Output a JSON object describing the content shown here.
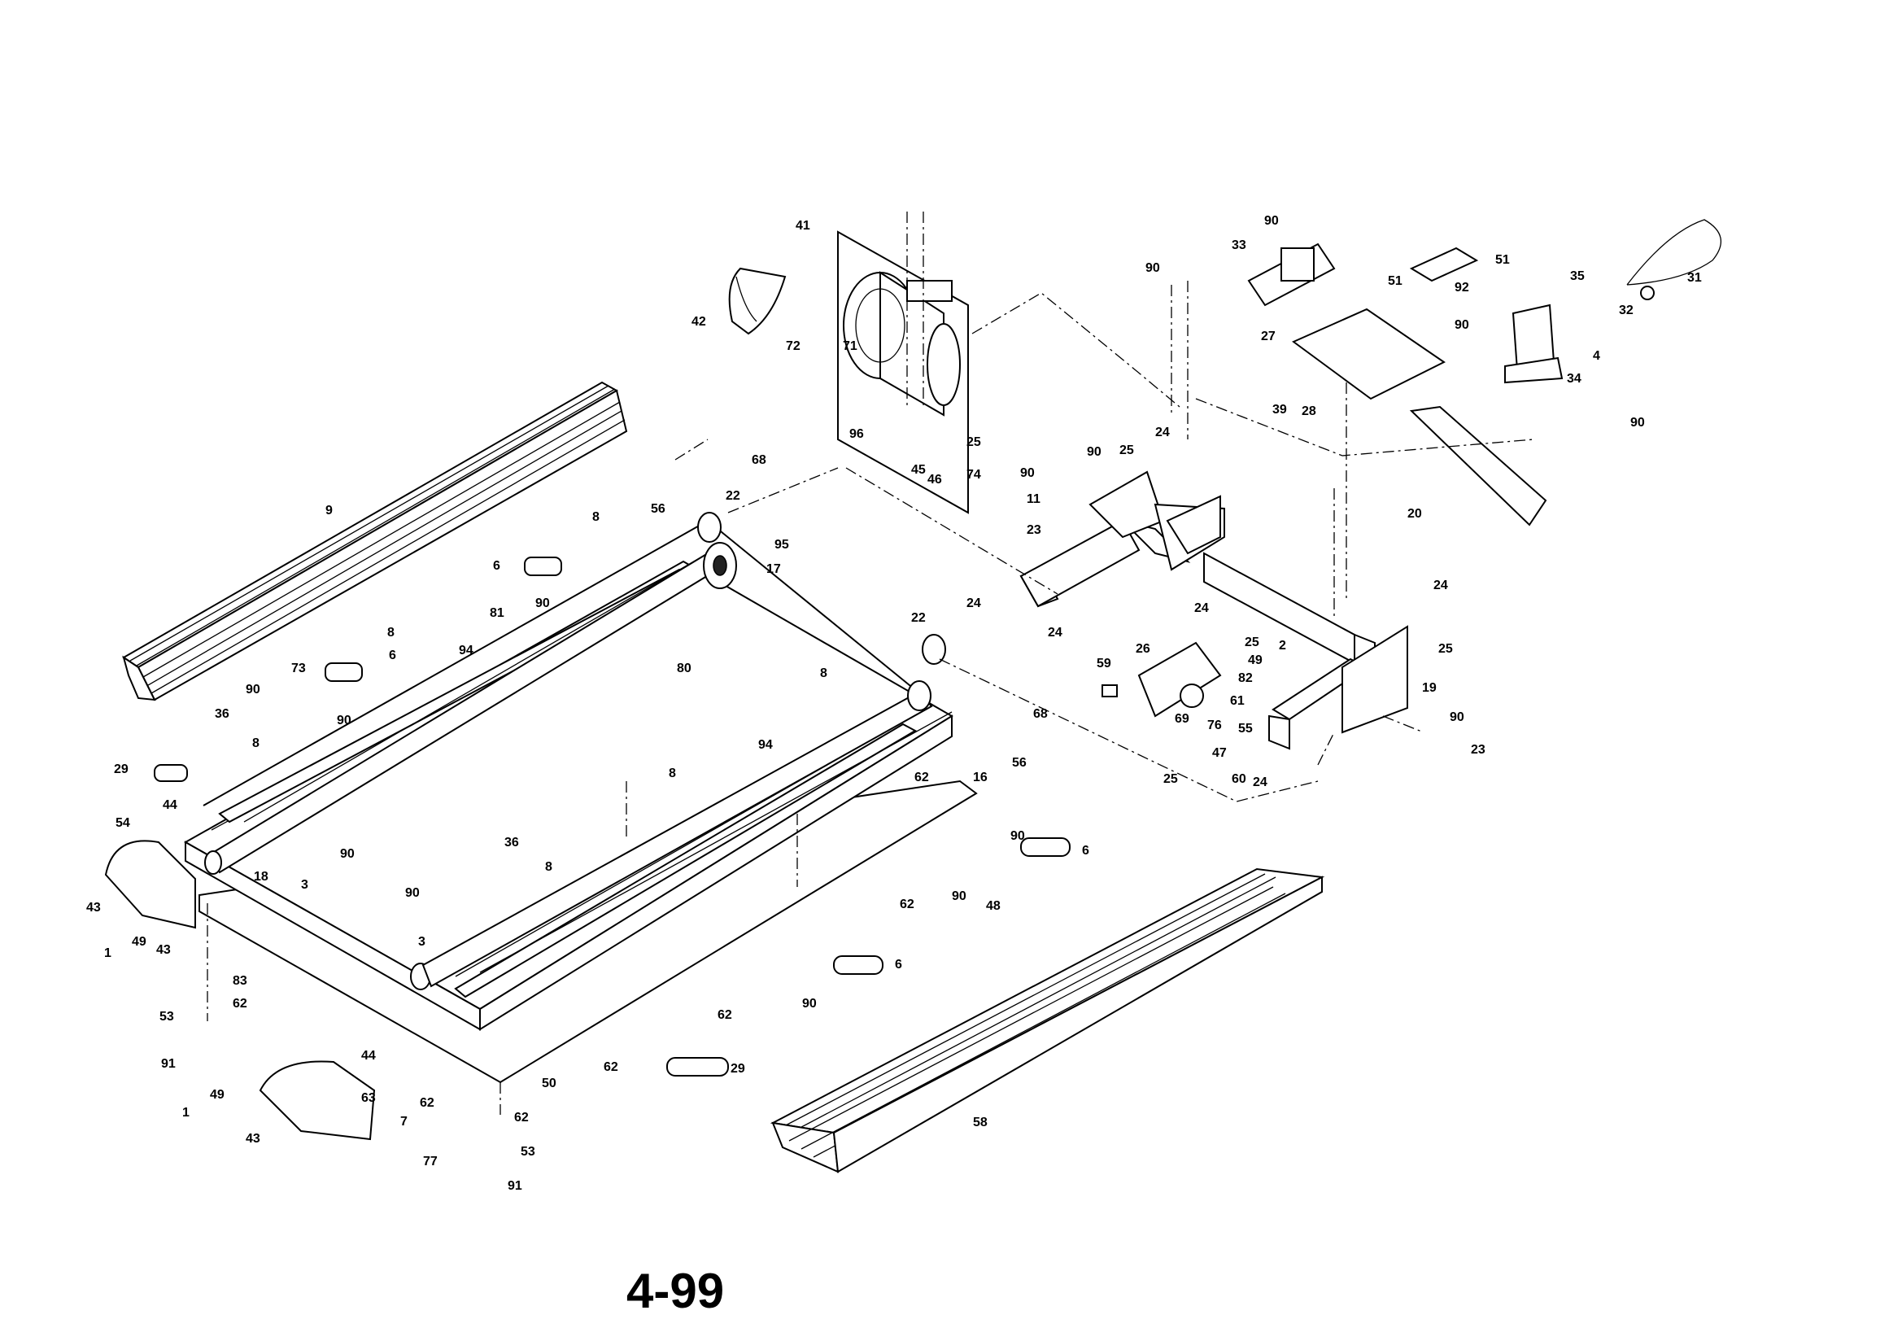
{
  "page": {
    "footer_label": "4-99"
  },
  "part_labels": [
    "1",
    "1",
    "2",
    "3",
    "3",
    "4",
    "6",
    "6",
    "6",
    "6",
    "7",
    "8",
    "8",
    "8",
    "8",
    "8",
    "8",
    "9",
    "11",
    "16",
    "17",
    "18",
    "19",
    "20",
    "22",
    "22",
    "23",
    "23",
    "24",
    "24",
    "24",
    "24",
    "24",
    "24",
    "25",
    "25",
    "25",
    "25",
    "25",
    "26",
    "27",
    "28",
    "29",
    "29",
    "31",
    "32",
    "33",
    "34",
    "35",
    "36",
    "36",
    "39",
    "41",
    "42",
    "43",
    "43",
    "43",
    "44",
    "44",
    "45",
    "46",
    "47",
    "48",
    "49",
    "49",
    "49",
    "50",
    "51",
    "51",
    "53",
    "53",
    "54",
    "55",
    "56",
    "56",
    "58",
    "59",
    "60",
    "61",
    "62",
    "62",
    "62",
    "62",
    "62",
    "62",
    "62",
    "63",
    "68",
    "68",
    "69",
    "71",
    "72",
    "73",
    "74",
    "76",
    "77",
    "80",
    "81",
    "82",
    "83",
    "90",
    "90",
    "90",
    "90",
    "90",
    "90",
    "90",
    "90",
    "90",
    "90",
    "90",
    "90",
    "90",
    "90",
    "90",
    "91",
    "91",
    "92",
    "94",
    "94",
    "95",
    "96"
  ]
}
